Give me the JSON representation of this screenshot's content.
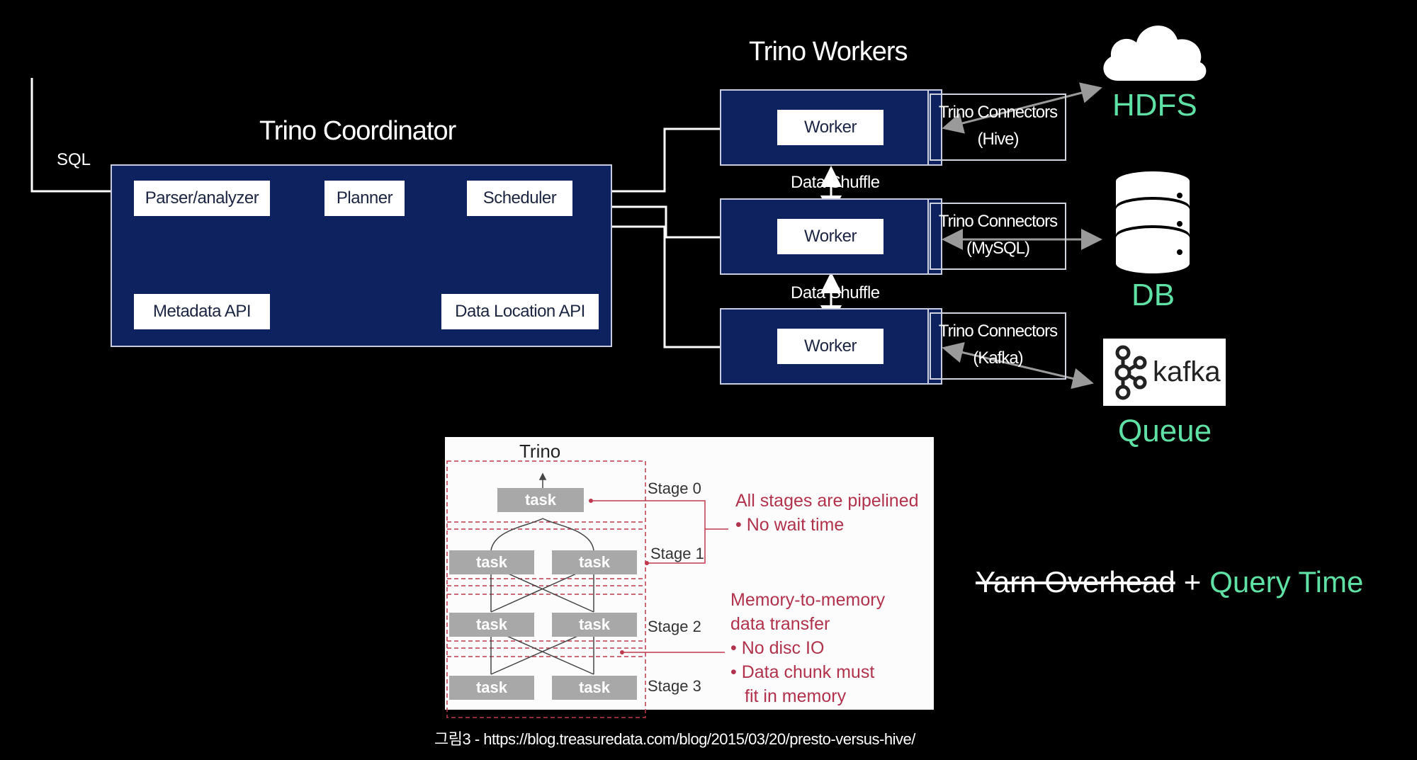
{
  "coordinator": {
    "title": "Trino Coordinator",
    "sql_label": "SQL",
    "parser": "Parser/analyzer",
    "planner": "Planner",
    "scheduler": "Scheduler",
    "metadata_api": "Metadata API",
    "data_location_api": "Data Location API"
  },
  "workers": {
    "title": "Trino Workers",
    "worker_label": "Worker",
    "data_shuffle": "Data Shuffle",
    "connector_title": "Trino Connectors",
    "connectors": [
      "(Hive)",
      "(MySQL)",
      "(Kafka)"
    ]
  },
  "sources": {
    "hdfs": "HDFS",
    "db": "DB",
    "queue": "Queue",
    "kafka_logo_text": "kafka",
    "icons": [
      "cloud-icon",
      "database-icon",
      "kafka-logo"
    ]
  },
  "pipeline_figure": {
    "title": "Trino",
    "task_label": "task",
    "stages": [
      "Stage 0",
      "Stage 1",
      "Stage 2",
      "Stage 3"
    ],
    "note1": [
      "All stages are pipelined",
      "• No wait time"
    ],
    "note2": [
      "Memory-to-memory",
      "data transfer",
      "• No disc IO",
      "• Data chunk must",
      "fit in memory"
    ]
  },
  "caption": "그림3 - https://blog.treasuredata.com/blog/2015/03/20/presto-versus-hive/",
  "summary": {
    "struck": "Yarn Overhead",
    "plus": "+",
    "highlight": "Query Time"
  },
  "colors": {
    "background": "#000000",
    "navy": "#0f2260",
    "green": "#5fe0a4",
    "note_red": "#b0324c",
    "task_gray": "#a8a8a8"
  }
}
